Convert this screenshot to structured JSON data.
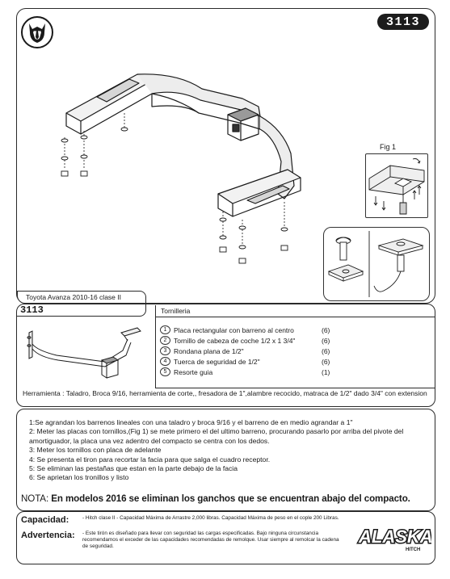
{
  "header": {
    "badge": "3113",
    "logo_icon": "husky-dog-icon",
    "fig_label": "Fig 1"
  },
  "model_tag": "Toyota Avanza 2010-16  clase II",
  "parts": {
    "code": "3113",
    "title": "Tornilleria",
    "items": [
      {
        "num": "1",
        "text": "Placa rectangular con barreno al centro",
        "qty": "(6)"
      },
      {
        "num": "2",
        "text": "Tornillo de cabeza de coche 1/2 x 1 3/4\"",
        "qty": "(6)"
      },
      {
        "num": "3",
        "text": "Rondana plana de 1/2\"",
        "qty": "(6)"
      },
      {
        "num": "4",
        "text": "Tuerca de seguridad de 1/2\"",
        "qty": "(6)"
      },
      {
        "num": "5",
        "text": "Resorte guia",
        "qty": "(1)"
      }
    ],
    "tools": "Herramienta : Taladro, Broca 9/16, herramienta de corte,, fresadora de 1\",alambre recocido, matraca de 1/2\" dado 3/4\" con extension"
  },
  "steps": [
    "1:Se agrandan los barrenos lineales con una taladro y broca 9/16 y el barreno de en medio agrandar a 1\"",
    "2: Meter las placas con tornillos,(Fig 1) se mete primero el del ultimo barreno, procurando pasarlo por arriba del pivote del amortiguador, la placa una vez adentro del compacto se centra con los dedos.",
    "3: Meter los tornillos con placa de adelante",
    "4: Se presenta el tiron para recortar la facia para que salga el cuadro receptor.",
    "5: Se eliminan las pestañas que estan en la parte debajo de la facia",
    "6: Se aprietan los tronillos y listo"
  ],
  "note": {
    "label": "NOTA:",
    "text": "En modelos 2016 se eliminan los ganchos que se encuentran abajo del compacto."
  },
  "footer": {
    "capacity_label": "Capacidad:",
    "capacity_text": "- Hitch clase II - Capacidad Máxima de Arrastre 2,000 libras. Capacidad Máxima de peso en el cople 200 Libras.",
    "warning_label": "Advertencia:",
    "warning_text": "- Este tirón es diseñado para llevar con seguridad las cargas especificadas. Bajo ninguna circunstancia recomendamos el exceder de las capacidades recomendadas de remolque. Usar siempre al remolcar la cadena de seguridad.",
    "brand": "ALASKA",
    "brand_sub": "HITCH"
  }
}
